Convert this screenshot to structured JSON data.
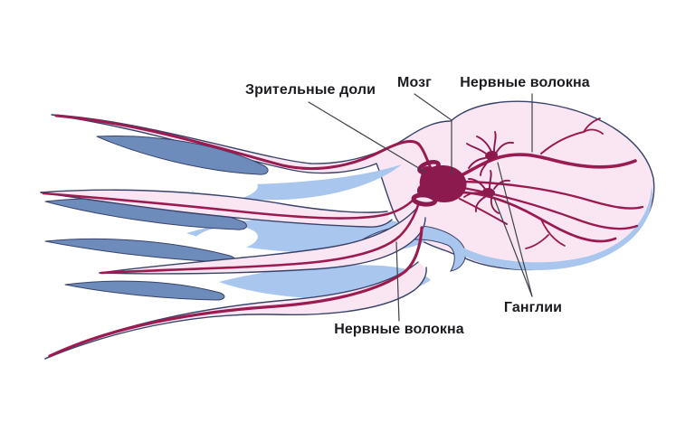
{
  "labels": {
    "optic_lobes": "Зрительные доли",
    "brain": "Мозг",
    "nerve_fibers_top": "Нервные волокна",
    "ganglia": "Ганглии",
    "nerve_fibers_bottom": "Нервные волокна"
  },
  "palette": {
    "background": "#ffffff",
    "body_pink": "#f9e6f2",
    "web_blue": "#a9c6ee",
    "web_blue_light": "#c3d6f4",
    "shadow_arm_blue": "#6d8cbc",
    "outline_navy": "#39436a",
    "nerve_magenta": "#9b1b50",
    "brain_magenta": "#8c1a4e",
    "label_line": "#3f4049",
    "text": "#1d1b20"
  }
}
